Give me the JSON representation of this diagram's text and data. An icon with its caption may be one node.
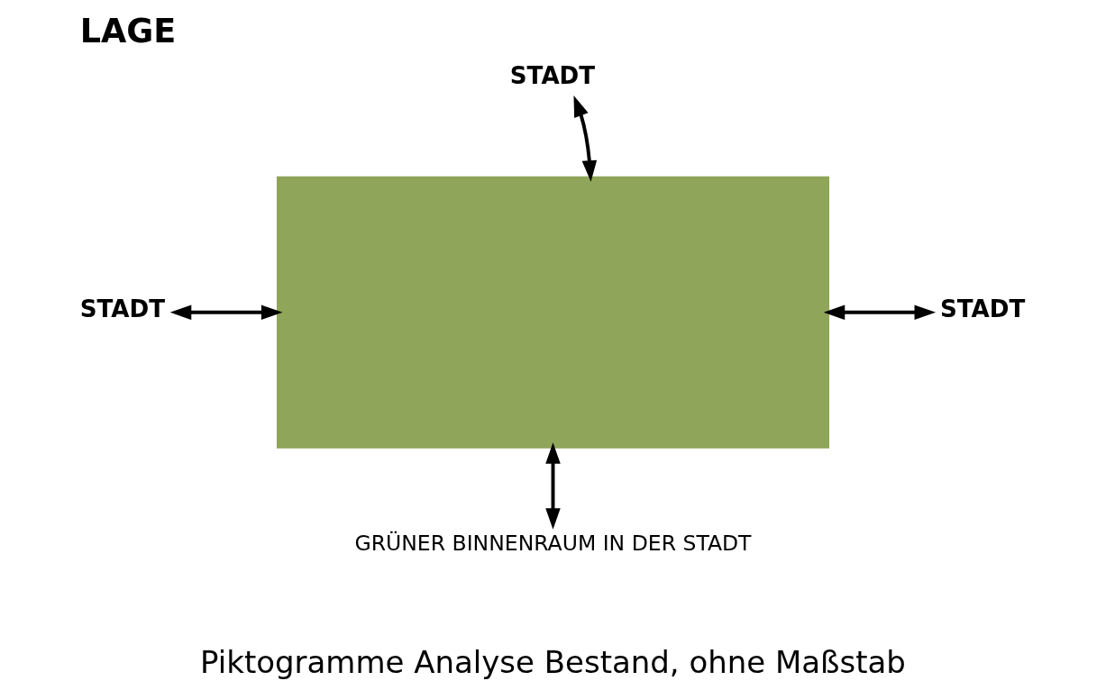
{
  "diagram": {
    "title": "LAGE",
    "caption": "Piktogramme Analyse Bestand, ohne Maßstab",
    "nodes": [
      {
        "text": [],
        "shape": "box"
      },
      {
        "text": [
          "STADT"
        ]
      },
      {
        "text": [
          "STADT"
        ]
      },
      {
        "text": [
          "STADT"
        ]
      },
      {
        "text": [
          "GRÜNER BINNENRAUM IN DER STADT"
        ]
      }
    ],
    "edges": [
      {
        "from": 0,
        "to": 1,
        "arrow": "both"
      },
      {
        "from": 2,
        "to": 0,
        "arrow": "both"
      },
      {
        "from": 0,
        "to": 3,
        "arrow": "both"
      },
      {
        "from": 0,
        "to": 4,
        "arrow": "both"
      }
    ]
  }
}
